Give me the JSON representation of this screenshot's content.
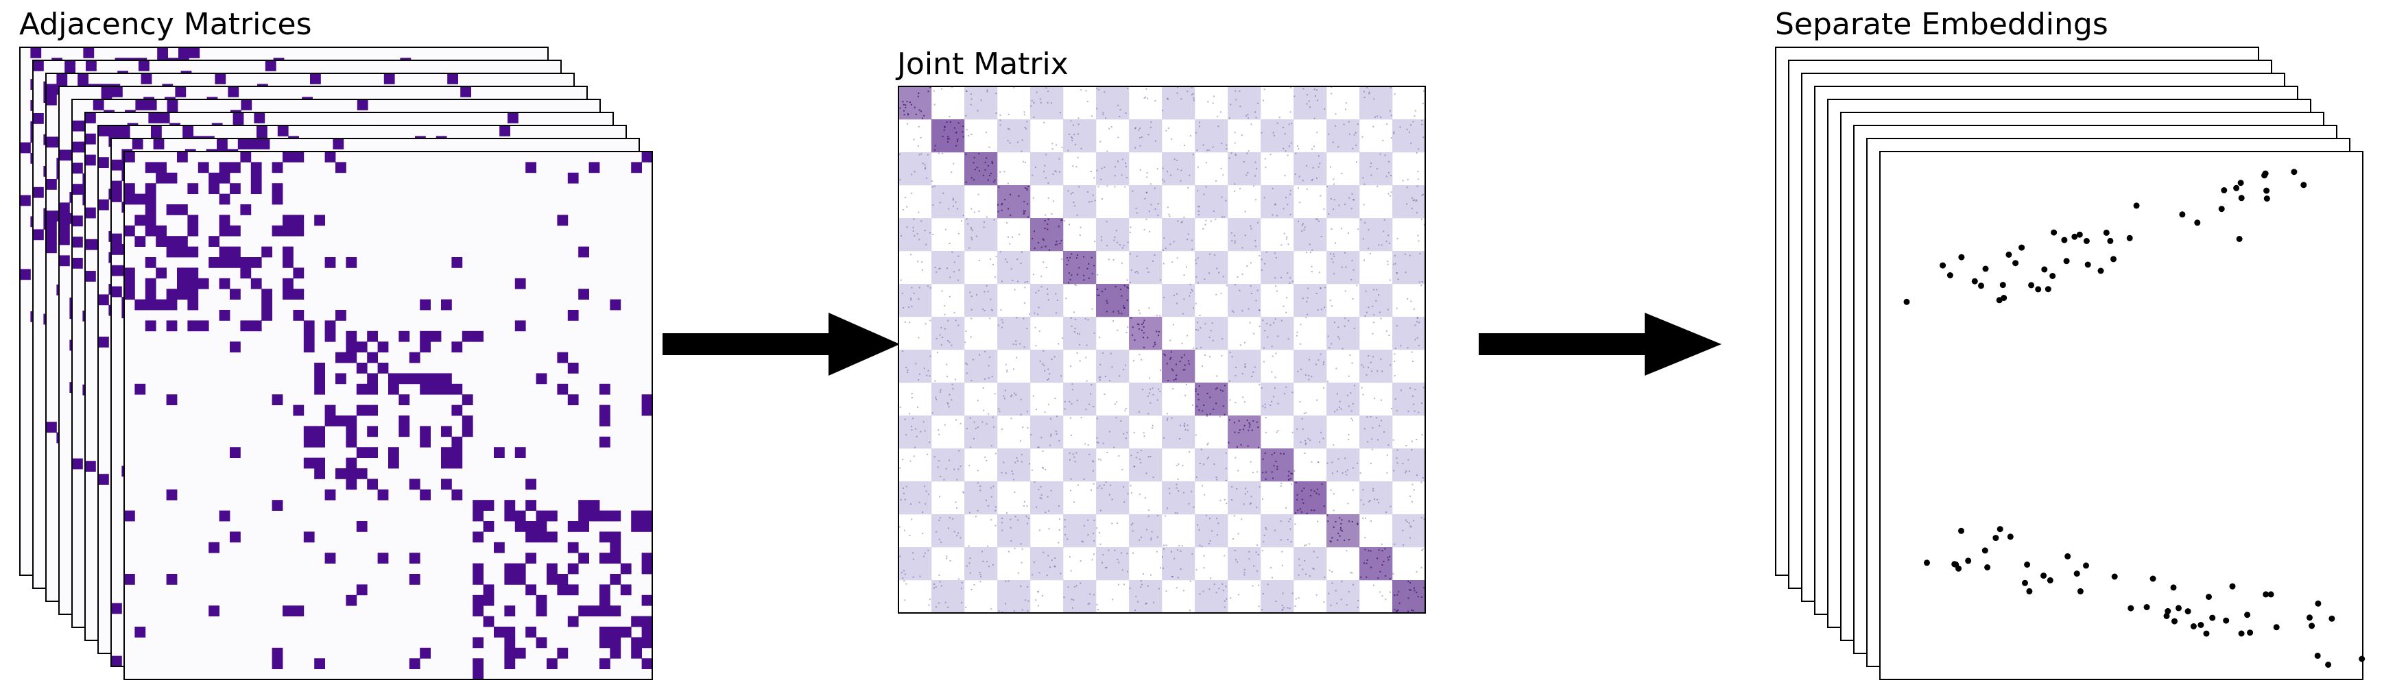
{
  "panels": {
    "adjacency": {
      "title": "Adjacency Matrices"
    },
    "joint": {
      "title": "Joint Matrix"
    },
    "embeddings": {
      "title": "Separate Embeddings"
    }
  },
  "colors": {
    "matrix_fill": "#4a0a8c",
    "matrix_background": "#fbfafd",
    "joint_dark": "#5b2a8c",
    "joint_light": "#c9c6e4",
    "arrow": "#000000",
    "point": "#000000"
  }
}
